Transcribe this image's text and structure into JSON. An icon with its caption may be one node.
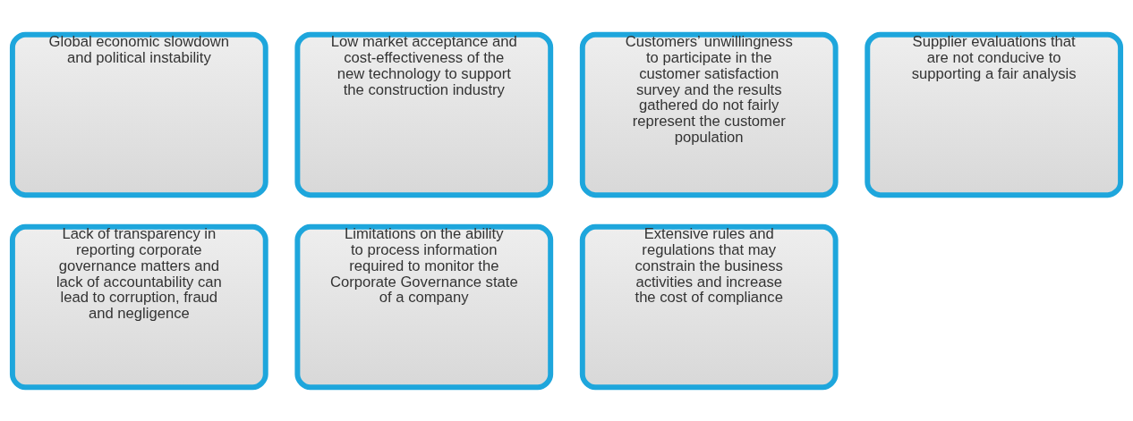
{
  "diagram": {
    "nodes": [
      {
        "text": [
          "Global economic slowdown and political instability"
        ]
      },
      {
        "text": [
          "Low market acceptance and cost-effectiveness of the new technology to support the construction industry"
        ]
      },
      {
        "text": [
          "Customers’ unwillingness to participate in the customer satisfaction survey and the results gathered do not fairly represent the customer population"
        ]
      },
      {
        "text": [
          "Supplier evaluations that are not conducive to supporting a fair analysis"
        ]
      },
      {
        "text": [
          "Lack of transparency in reporting corporate governance matters and lack of accountability can lead to corruption, fraud and negligence"
        ]
      },
      {
        "text": [
          "Limitations on the ability to process information required to monitor the Corporate Governance state of a company"
        ]
      },
      {
        "text": [
          "Extensive rules and regulations that may constrain the business activities and increase the cost of compliance"
        ]
      }
    ]
  }
}
